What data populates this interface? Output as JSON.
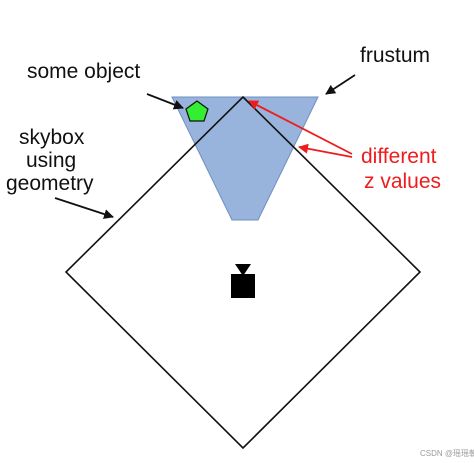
{
  "labels": {
    "some_object": "some object",
    "frustum": "frustum",
    "skybox_line1": "skybox",
    "skybox_line2": "using",
    "skybox_line3": "geometry",
    "different_line1": "different",
    "different_line2": "z values"
  },
  "watermark": "CSDN @瑶瑶朝",
  "colors": {
    "frustum_fill": "#99b4dc",
    "frustum_stroke": "#6f8fbf",
    "object_fill": "#33ee33",
    "label_black": "#111111",
    "label_red": "#ee1c1c",
    "skybox_stroke": "#111111",
    "camera": "#000000"
  },
  "icons": {
    "object": "pentagon-icon",
    "camera": "camera-icon"
  }
}
